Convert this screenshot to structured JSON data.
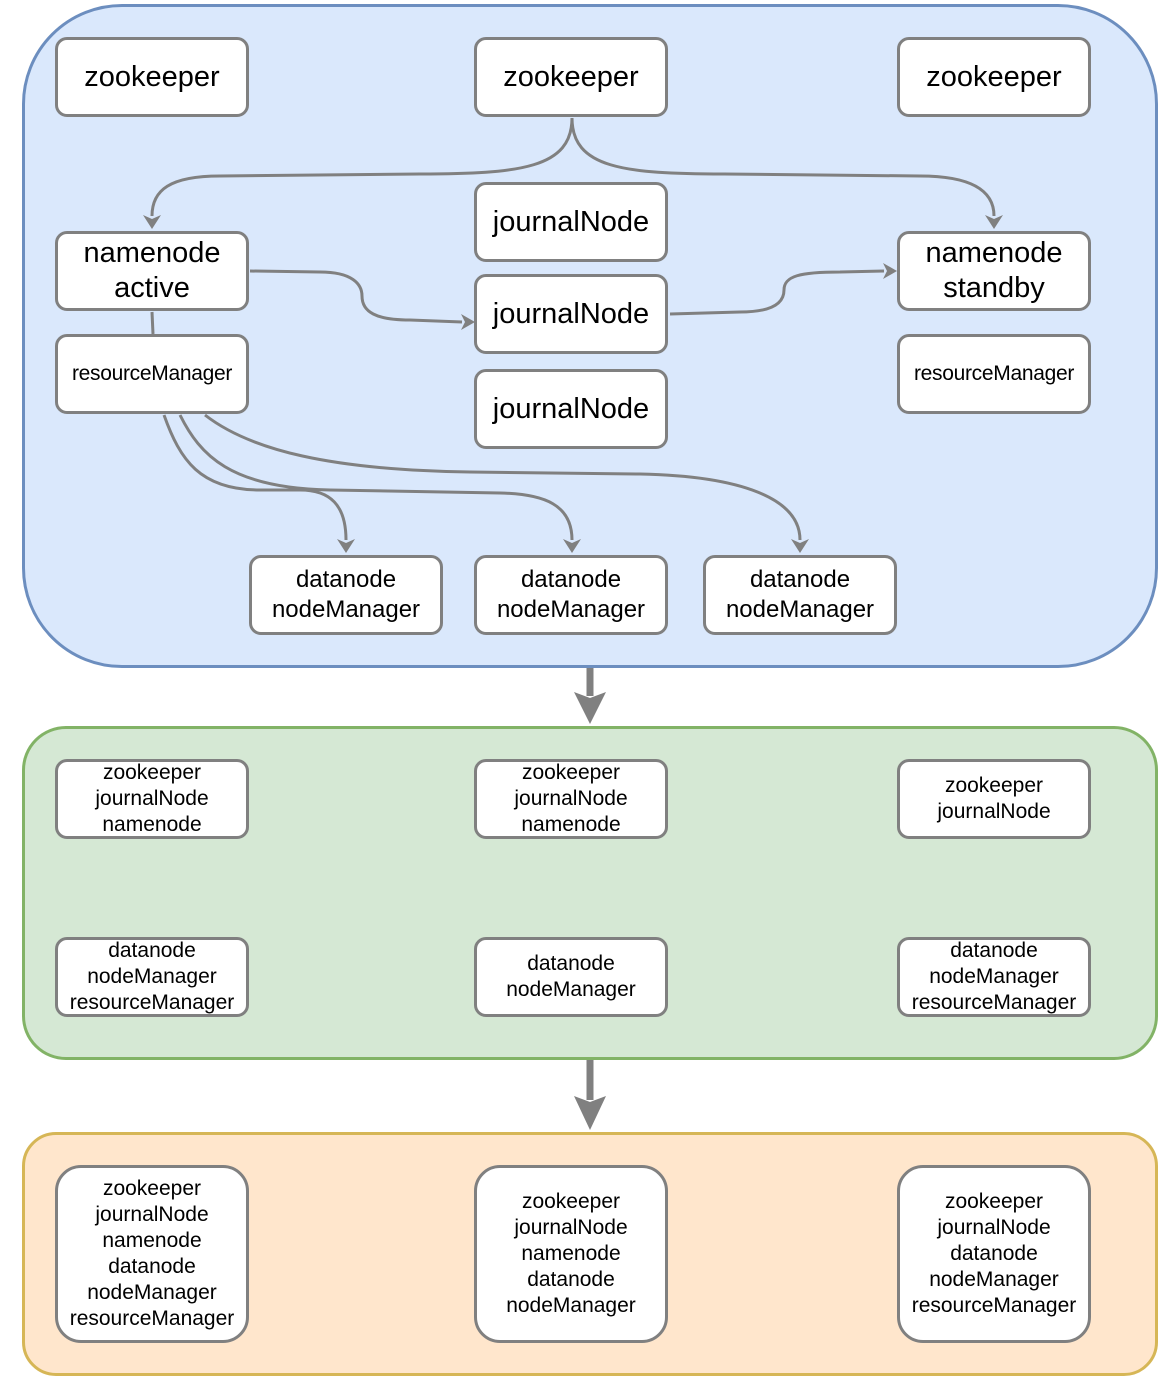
{
  "colors": {
    "top_fill": "#dae8fc",
    "top_stroke": "#6c8ebf",
    "middle_fill": "#d5e8d4",
    "middle_stroke": "#82b366",
    "bottom_fill": "#ffe6cc",
    "bottom_stroke": "#d6b656",
    "connector": "#808080",
    "node_border": "#808080"
  },
  "top": {
    "zk_left": "zookeeper",
    "zk_center": "zookeeper",
    "zk_right": "zookeeper",
    "nn_active": [
      "namenode",
      "active"
    ],
    "rm_left": "resourceManager",
    "jn_1": "journalNode",
    "jn_2": "journalNode",
    "jn_3": "journalNode",
    "nn_standby": [
      "namenode",
      "standby"
    ],
    "rm_right": "resourceManager",
    "dn_1": [
      "datanode",
      "nodeManager"
    ],
    "dn_2": [
      "datanode",
      "nodeManager"
    ],
    "dn_3": [
      "datanode",
      "nodeManager"
    ]
  },
  "middle": {
    "n1": [
      "zookeeper",
      "journalNode",
      "namenode"
    ],
    "n2": [
      "zookeeper",
      "journalNode",
      "namenode"
    ],
    "n3": [
      "zookeeper",
      "journalNode"
    ],
    "n4": [
      "datanode",
      "nodeManager",
      "resourceManager"
    ],
    "n5": [
      "datanode",
      "nodeManager"
    ],
    "n6": [
      "datanode",
      "nodeManager",
      "resourceManager"
    ]
  },
  "bottom": {
    "n1": [
      "zookeeper",
      "journalNode",
      "namenode",
      "datanode",
      "nodeManager",
      "resourceManager"
    ],
    "n2": [
      "zookeeper",
      "journalNode",
      "namenode",
      "datanode",
      "nodeManager"
    ],
    "n3": [
      "zookeeper",
      "journalNode",
      "datanode",
      "nodeManager",
      "resourceManager"
    ]
  }
}
